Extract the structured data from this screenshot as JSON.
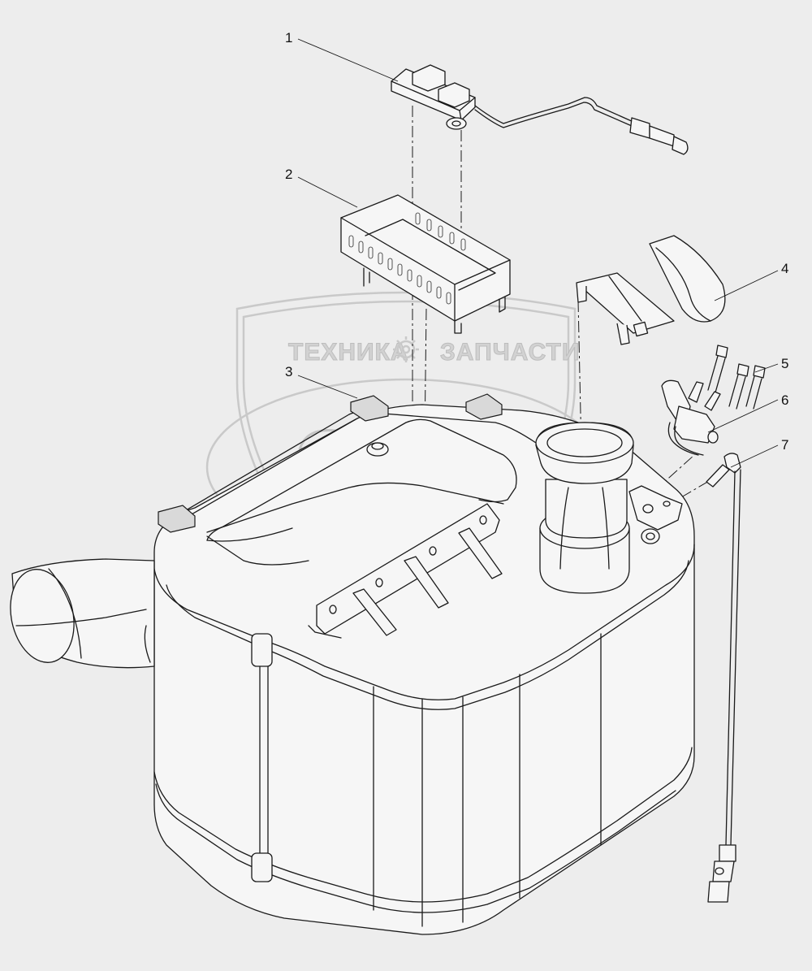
{
  "watermark": {
    "left_word": "ТЕХНИКА",
    "right_word": "ЗАПЧАСТИ",
    "logo_letters": "ЭПФ"
  },
  "callouts": [
    "1",
    "2",
    "3",
    "4",
    "5",
    "6",
    "7"
  ],
  "colors": {
    "background": "#ededed",
    "line": "#1a1a1a",
    "watermark": "#c9c9c9"
  }
}
